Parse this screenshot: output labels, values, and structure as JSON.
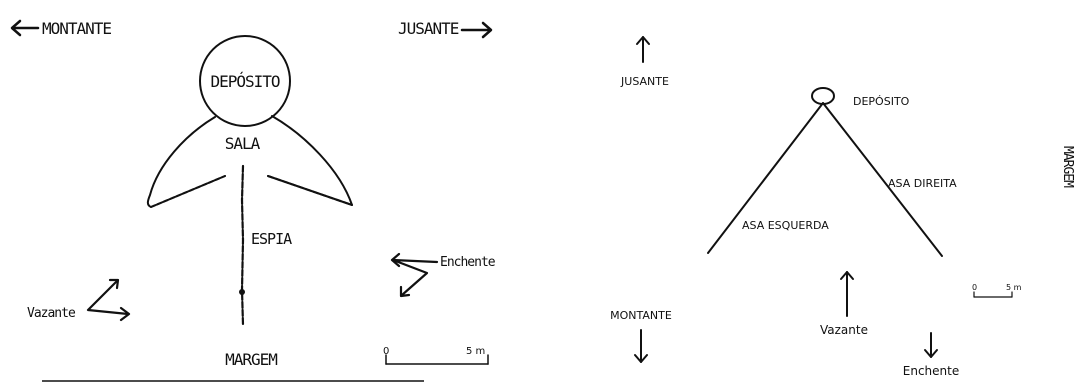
{
  "left_diagram": {
    "montante": "MONTANTE",
    "jusante": "JUSANTE",
    "deposito": "DEPÓSITO",
    "sala": "SALA",
    "espia": "ESPIA",
    "margem": "MARGEM",
    "enchente": "Enchente",
    "vazante": "Vazante",
    "scale": {
      "start": "0",
      "end": "5 m"
    }
  },
  "right_diagram": {
    "jusante": "JUSANTE",
    "montante": "MONTANTE",
    "deposito": "DEPÓSITO",
    "asa_direita": "ASA DIREITA",
    "asa_esquerda": "ASA ESQUERDA",
    "vazante": "Vazante",
    "enchente": "Enchente",
    "margem": "MARGEM",
    "scale": {
      "start": "0",
      "end": "5 m"
    }
  }
}
